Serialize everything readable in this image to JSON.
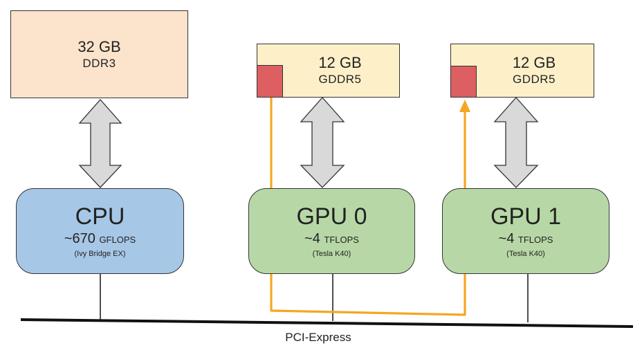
{
  "memory": {
    "system": {
      "size": "32 GB",
      "type": "DDR3"
    },
    "gpu0": {
      "size": "12 GB",
      "type": "GDDR5"
    },
    "gpu1": {
      "size": "12 GB",
      "type": "GDDR5"
    }
  },
  "processors": {
    "cpu": {
      "name": "CPU",
      "perf_value": "~670",
      "perf_unit": "GFLOPS",
      "model": "(Ivy Bridge EX)"
    },
    "gpu0": {
      "name": "GPU 0",
      "perf_value": "~4",
      "perf_unit": "TFLOPS",
      "model": "(Tesla K40)"
    },
    "gpu1": {
      "name": "GPU 1",
      "perf_value": "~4",
      "perf_unit": "TFLOPS",
      "model": "(Tesla K40)"
    }
  },
  "bus": {
    "label": "PCI-Express"
  },
  "colors": {
    "system_memory": "#fce3cc",
    "gpu_memory": "#fdf0c8",
    "cpu": "#a7c7e7",
    "gpu": "#b7d8a6",
    "data_block": "#dd5f61",
    "transfer_path": "#f5a623",
    "arrow": "#d9d9d9"
  },
  "icons": {
    "transfer_arrow": "orange-path-arrow",
    "link_arrow": "double-headed-arrow"
  }
}
